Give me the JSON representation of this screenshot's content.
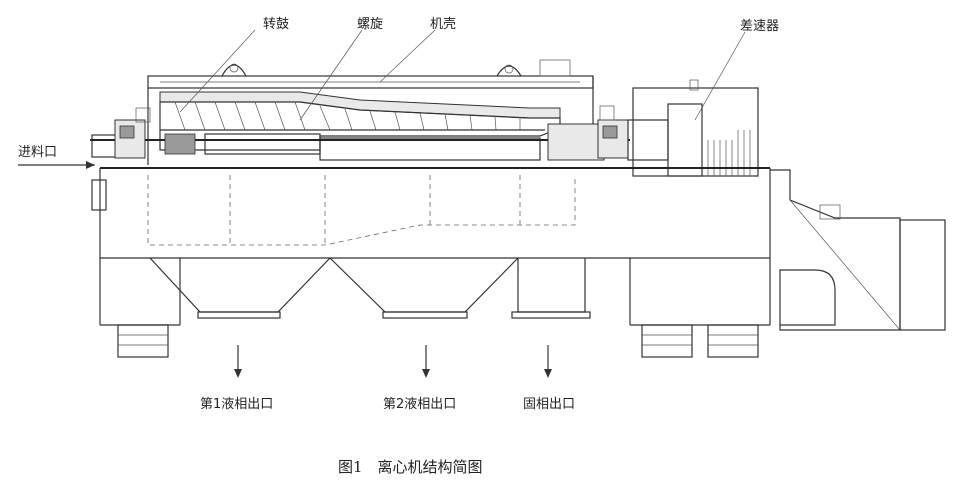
{
  "labels": {
    "bowl": "转鼓",
    "screw": "螺旋",
    "casing": "机壳",
    "gearbox": "差速器",
    "feed": "进料口",
    "liquid1": "第1液相出口",
    "liquid2": "第2液相出口",
    "solid": "固相出口"
  },
  "caption": "图1　离心机结构简图"
}
